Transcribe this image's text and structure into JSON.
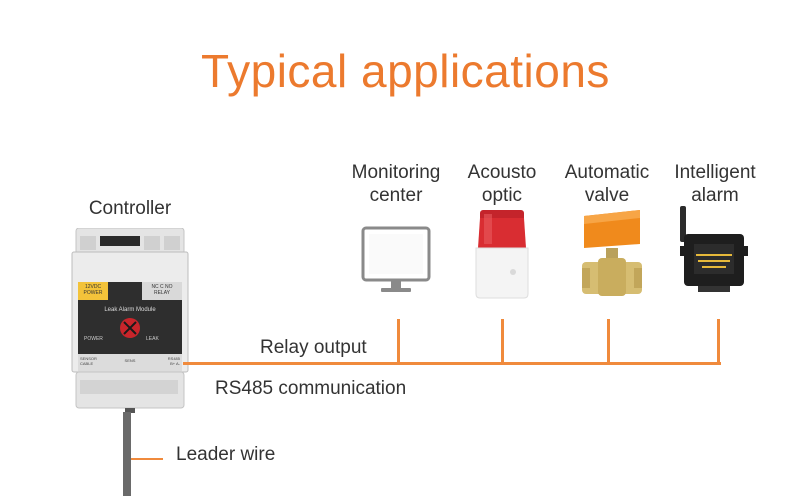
{
  "title": "Typical applications",
  "controller": {
    "label": "Controller",
    "module_name": "Leak Alarm Module",
    "power_badge": [
      "12VDC",
      "POWER"
    ],
    "relay_badge": [
      "NC C NO",
      "RELAY"
    ],
    "led_left": "POWER",
    "led_right": "LEAK",
    "bottom_left": [
      "SENSOR",
      "CABLE"
    ],
    "bottom_mid": "SENS",
    "bottom_right": [
      "RS485",
      "B+ A-"
    ]
  },
  "bus": {
    "relay_label": "Relay output",
    "rs485_label": "RS485 communication"
  },
  "devices": [
    {
      "line1": "Monitoring",
      "line2": "center",
      "icon": "monitor-icon"
    },
    {
      "line1": "Acousto",
      "line2": "optic",
      "icon": "siren-icon"
    },
    {
      "line1": "Automatic",
      "line2": "valve",
      "icon": "valve-icon"
    },
    {
      "line1": "Intelligent",
      "line2": "alarm",
      "icon": "alarm-device-icon"
    }
  ],
  "wire_label": "Leader wire",
  "colors": {
    "accent": "#ec7a2e",
    "line": "#f08a3c",
    "text": "#333333"
  }
}
